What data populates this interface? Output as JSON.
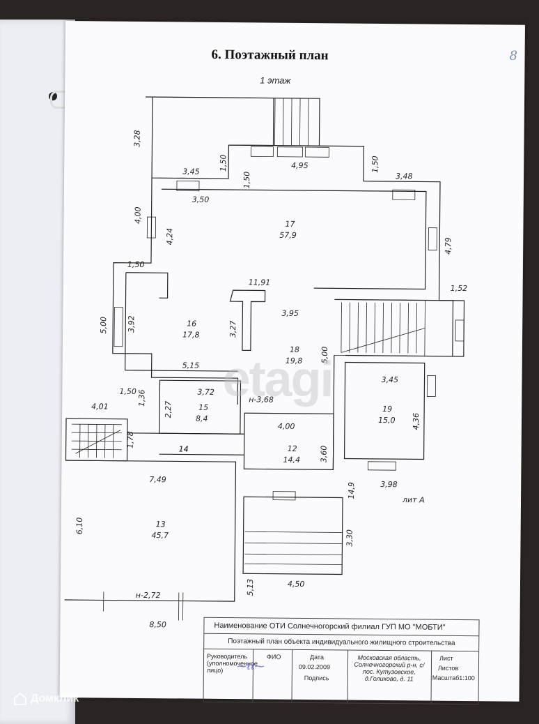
{
  "header": {
    "title": "6. Поэтажный план",
    "page_number": "8",
    "floor_label": "1 этаж"
  },
  "watermark": "etagi",
  "rooms": [
    {
      "num": "17",
      "area": "57,9"
    },
    {
      "num": "16",
      "area": "17,8"
    },
    {
      "num": "18",
      "area": "19,8"
    },
    {
      "num": "15",
      "area": "8,4"
    },
    {
      "num": "19",
      "area": "15,0"
    },
    {
      "num": "12",
      "area": "14,4"
    },
    {
      "num": "13",
      "area": "45,7"
    },
    {
      "num": "14",
      "area": ""
    }
  ],
  "dimensions": [
    "3,28",
    "1,50",
    "4,95",
    "1,50",
    "3,45",
    "1,50",
    "3,48",
    "3,50",
    "4,00",
    "4,24",
    "4,79",
    "1,50",
    "11,91",
    "1,52",
    "5,00",
    "3,92",
    "3,27",
    "3,95",
    "5,00",
    "5,15",
    "3,45",
    "1,50",
    "3,72",
    "1,36",
    "4,01",
    "2,27",
    "н-3,68",
    "4,00",
    "4,36",
    "1,78",
    "14",
    "3,60",
    "7,49",
    "3,98",
    "14,9",
    "лит А",
    "6,10",
    "3,30",
    "5,13",
    "4,50",
    "н-2,72",
    "8,50"
  ],
  "stamp": {
    "org_line": "Наименование ОТИ Солнечногорский филиал ГУП МО \"МОБТИ\"",
    "doc_line": "Поэтажный план объекта индивидуального жилищного строительства",
    "head_label": "Руководитель (уполномоченное лицо)",
    "fio_label": "ФИО",
    "date_label": "Дата",
    "date_value": "09.02.2009",
    "sign_label": "Подпись",
    "address": "Московская область, Солнечногорский р-н, с/пос. Кутузовское, д.Голиково, д. 11",
    "sheet_label": "Лист",
    "sheets_label": "Листов",
    "scale_label": "Масштаб1:100"
  },
  "logo": "Домклик",
  "colors": {
    "background": "#2a2422",
    "paper": "#fbfbfd",
    "ink": "#222222",
    "pen": "#6b6fd0"
  }
}
